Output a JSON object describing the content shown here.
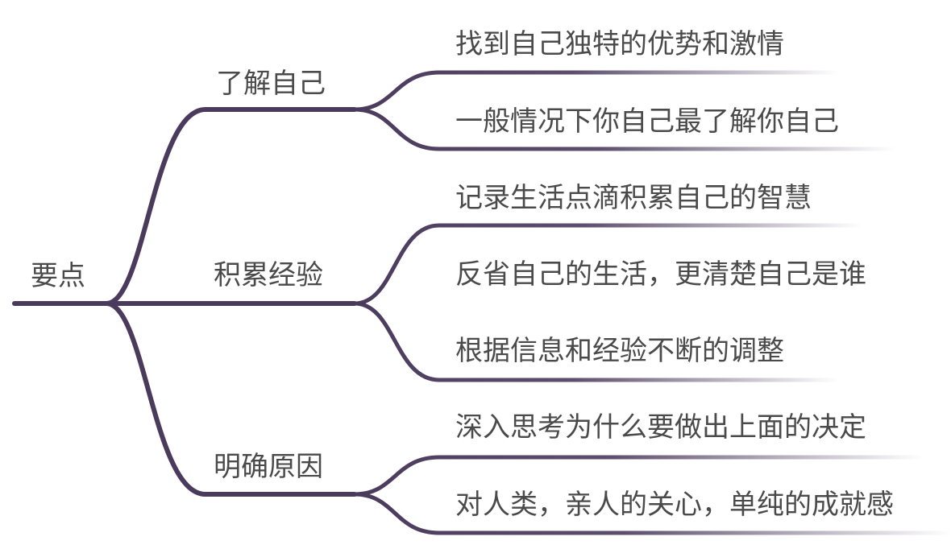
{
  "root": {
    "label": "要点"
  },
  "branches": [
    {
      "label": "了解自己",
      "leaves": [
        "找到自己独特的优势和激情",
        "一般情况下你自己最了解你自己"
      ]
    },
    {
      "label": "积累经验",
      "leaves": [
        "记录生活点滴积累自己的智慧",
        "反省自己的生活，更清楚自己是谁",
        "根据信息和经验不断的调整"
      ]
    },
    {
      "label": "明确原因",
      "leaves": [
        "深入思考为什么要做出上面的决定",
        "对人类，亲人的关心，单纯的成就感"
      ]
    }
  ],
  "colors": {
    "branch": "#4a3a5c",
    "text": "#4a4a4a"
  }
}
